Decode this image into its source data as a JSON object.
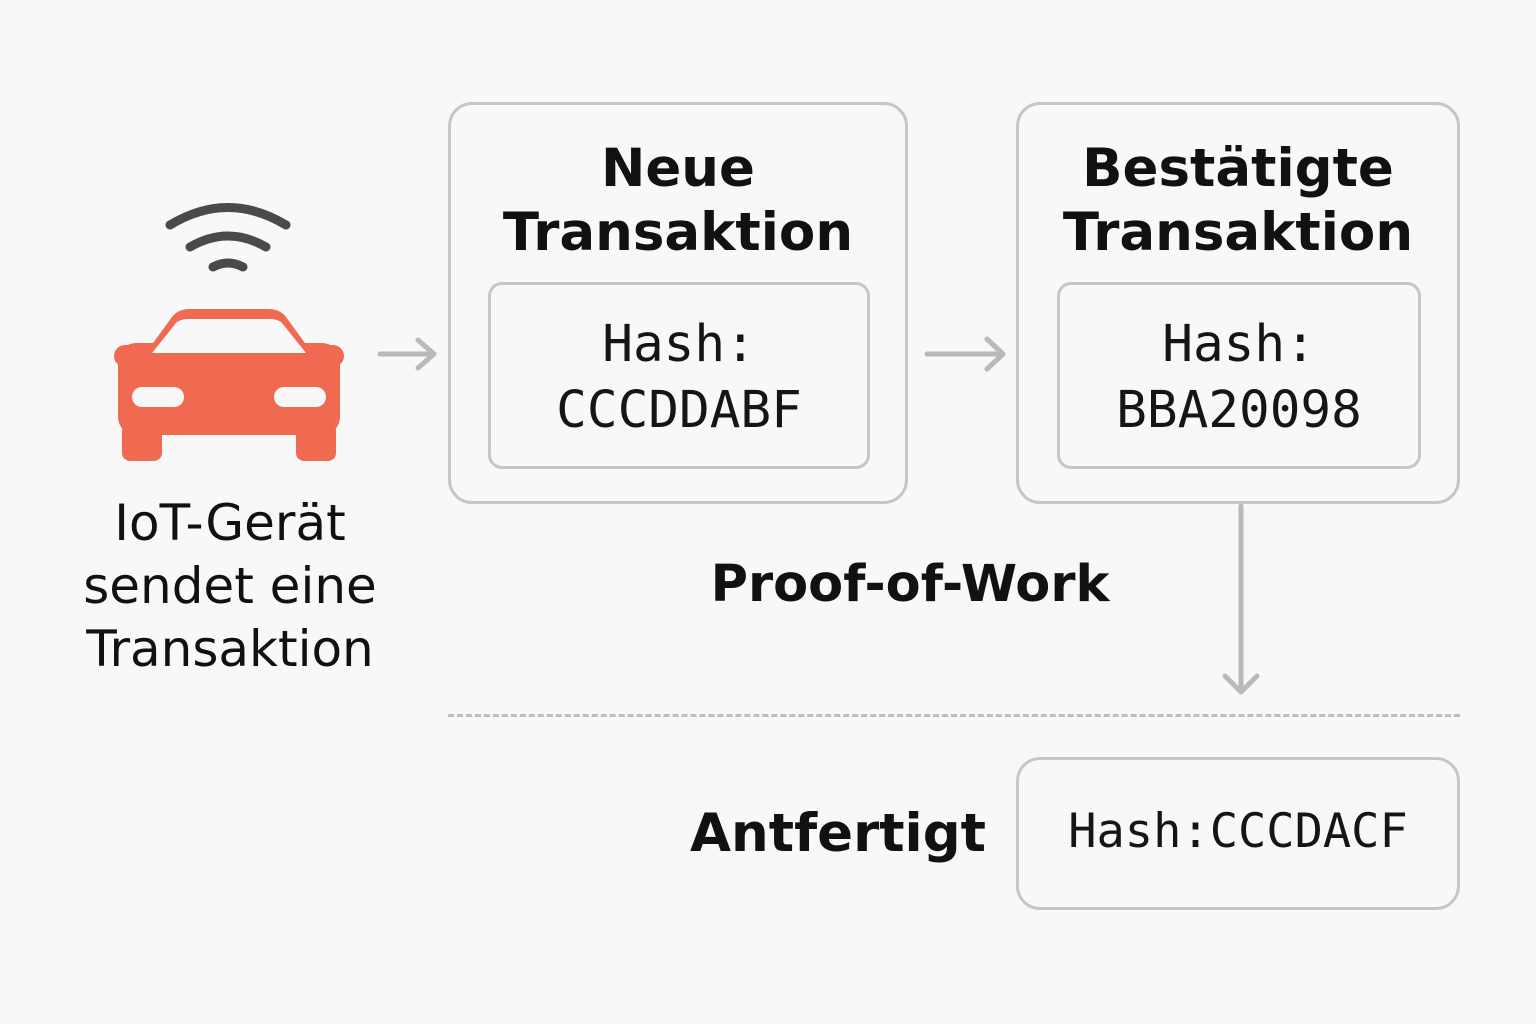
{
  "device": {
    "icon": "car-icon",
    "signal_icon": "wifi-signal-icon",
    "color": "#f06a52",
    "label": "IoT-Gerät\nsendet eine\nTransaktion"
  },
  "new_transaction": {
    "title": "Neue\nTransaktion",
    "hash": "Hash:\nCCCDDABF"
  },
  "confirmed_transaction": {
    "title": "Bestätigte\nTransaktion",
    "hash": "Hash:\nBBA20098"
  },
  "proof_of_work_label": "Proof-of-Work",
  "final": {
    "label": "Antfertigt",
    "hash": "Hash:CCCDACF"
  },
  "colors": {
    "border": "#c6c6c6",
    "arrow": "#b9b9b9",
    "text": "#111111",
    "background": "#f8f8f8"
  }
}
